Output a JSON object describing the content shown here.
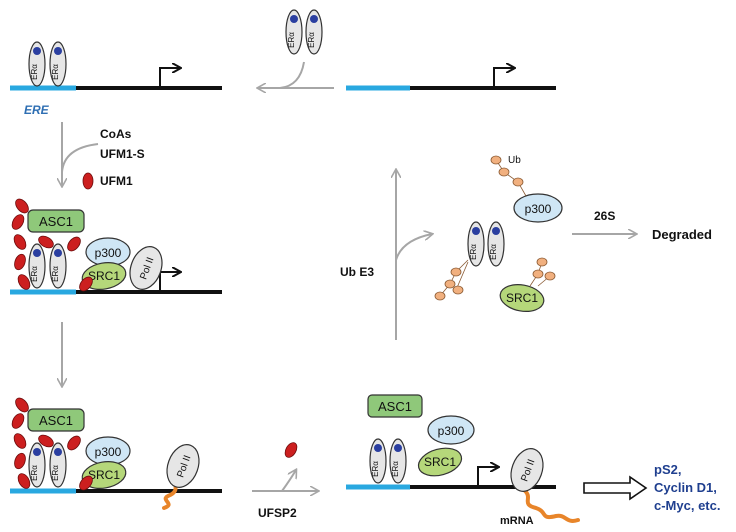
{
  "labels": {
    "ere": "ERE",
    "er": "ERα",
    "coas": "CoAs",
    "ufm1s": "UFM1-S",
    "ufm1": "UFM1",
    "asc1": "ASC1",
    "p300": "p300",
    "src1": "SRC1",
    "pol2": "Pol II",
    "ub": "Ub",
    "ube3": "Ub E3",
    "s26": "26S",
    "degraded": "Degraded",
    "ufsp2": "UFSP2",
    "mrna": "mRNA",
    "targets": [
      "pS2,",
      "Cyclin D1,",
      "c-Myc, etc."
    ]
  },
  "colors": {
    "dna": "#111111",
    "ere_segment": "#29a8e0",
    "ere_text": "#2f6fb3",
    "er_fill": "#e6e6e6",
    "er_dot": "#2b3fa0",
    "ufm1": "#cc1f1f",
    "asc1": "#8fc87a",
    "p300": "#cfe6f5",
    "src1": "#b5d77a",
    "pol2": "#e6e6e6",
    "ub": "#f1b07f",
    "mrna": "#e8852a",
    "arrow": "#a6a6a6",
    "targets_text": "#1f3f8f"
  }
}
